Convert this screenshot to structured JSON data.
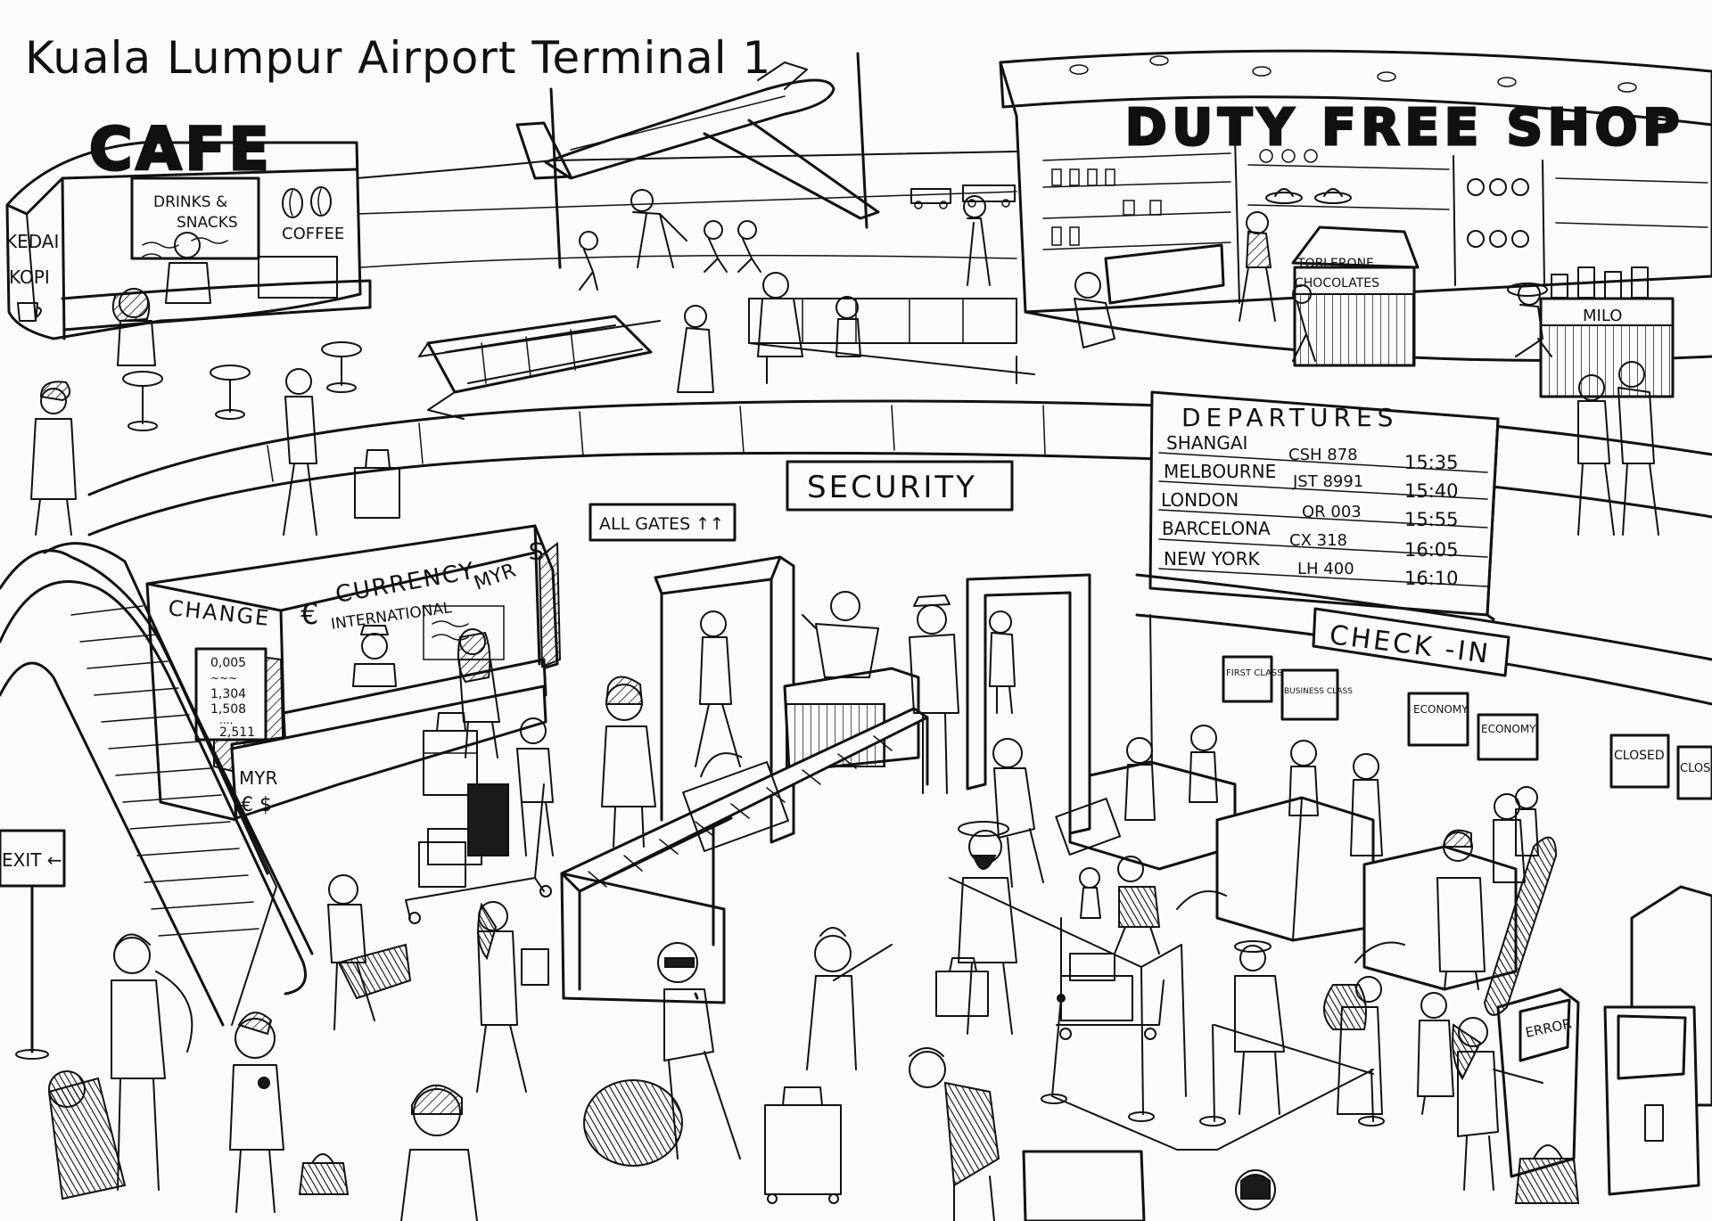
{
  "title": "Kuala Lumpur Airport Terminal 1",
  "cafe": {
    "sign": "CAFE",
    "menu_board": [
      "DRINKS &",
      "SNACKS"
    ],
    "coffee_label": "COFFEE",
    "kedai_kopi": [
      "KEDAI",
      "KOPI"
    ]
  },
  "duty_free": {
    "sign": "DUTY FREE SHOP",
    "stand_labels": [
      "TOBLERONE",
      "CHOCOLATES"
    ],
    "milo": "MILO"
  },
  "security_sign": "SECURITY",
  "all_gates_sign": "ALL GATES ↑↑",
  "currency_exchange": {
    "change": "CHANGE",
    "currency": "CURRENCY",
    "international": "INTERNATIONAL",
    "myr": "MYR",
    "euro": "€",
    "dollar": "$",
    "rates": [
      "0,005",
      "~~~",
      "1,304",
      "1,508",
      "....",
      "2,511"
    ],
    "bottom": [
      "MYR",
      "€ $"
    ]
  },
  "departures": {
    "heading": "DEPARTURES",
    "flights": [
      {
        "city": "SHANGAI",
        "flight": "CSH 878",
        "time": "15:35"
      },
      {
        "city": "MELBOURNE",
        "flight": "JST 8991",
        "time": "15:40"
      },
      {
        "city": "LONDON",
        "flight": "QR 003",
        "time": "15:55"
      },
      {
        "city": "BARCELONA",
        "flight": "CX 318",
        "time": "16:05"
      },
      {
        "city": "NEW YORK",
        "flight": "LH 400",
        "time": "16:10"
      }
    ]
  },
  "check_in": {
    "sign": "CHECK -IN",
    "counters": [
      {
        "label": "FIRST CLASS"
      },
      {
        "label": "BUSINESS CLASS"
      },
      {
        "label": "ECONOMY"
      },
      {
        "label": "ECONOMY"
      },
      {
        "label": "CLOSED"
      },
      {
        "label": "CLOSE"
      }
    ]
  },
  "exit_sign": "EXIT ←",
  "kiosk_error": "ERROR"
}
